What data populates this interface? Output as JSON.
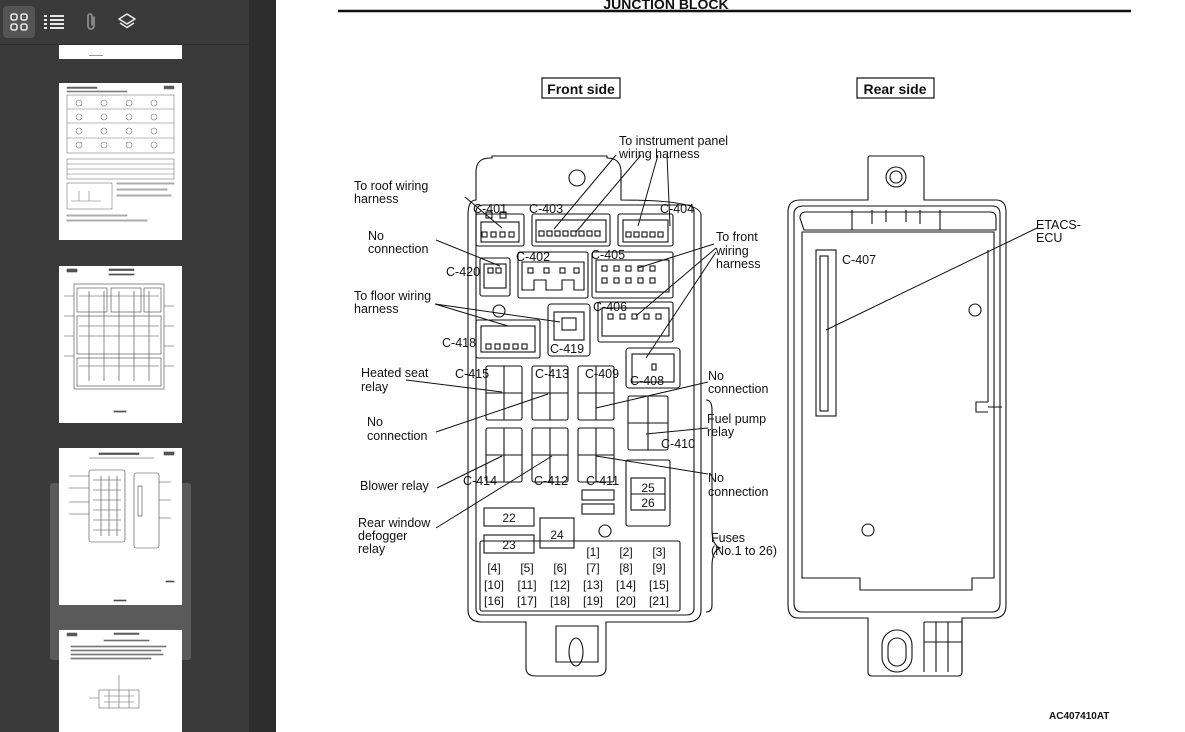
{
  "viewer": {
    "toolbar": [
      {
        "name": "thumbnails-view",
        "icon": "grid-icon",
        "active": true
      },
      {
        "name": "outline-view",
        "icon": "list-icon",
        "active": false
      },
      {
        "name": "attachments-view",
        "icon": "paperclip-icon",
        "active": false
      },
      {
        "name": "layers-view",
        "icon": "layers-icon",
        "active": false
      }
    ],
    "selected_page_index": 3
  },
  "page": {
    "header": "JUNCTION BLOCK",
    "front_title": "Front side",
    "rear_title": "Rear side",
    "figure_code": "AC407410AT",
    "connectors": {
      "c401": "C-401",
      "c402": "C-402",
      "c403": "C-403",
      "c404": "C-404",
      "c405": "C-405",
      "c406": "C-406",
      "c407": "C-407",
      "c408": "C-408",
      "c409": "C-409",
      "c410": "C-410",
      "c411": "C-411",
      "c412": "C-412",
      "c413": "C-413",
      "c414": "C-414",
      "c415": "C-415",
      "c418": "C-418",
      "c419": "C-419",
      "c420": "C-420"
    },
    "callouts": {
      "roof": [
        "To roof wiring",
        "harness"
      ],
      "instrument": [
        "To instrument panel",
        "wiring harness"
      ],
      "no_conn_1": [
        "No",
        "connection"
      ],
      "front_wiring": [
        "To front",
        "wiring",
        "harness"
      ],
      "floor": [
        "To floor wiring",
        "harness"
      ],
      "heated_seat": [
        "Heated seat",
        "relay"
      ],
      "no_conn_2": [
        "No",
        "connection"
      ],
      "no_conn_3": [
        "No",
        "connection"
      ],
      "fuel_pump": [
        "Fuel pump",
        "relay"
      ],
      "blower": [
        "Blower relay"
      ],
      "no_conn_4": [
        "No",
        "connection"
      ],
      "rear_defogger": [
        "Rear window",
        "defogger",
        "relay"
      ],
      "fuses": [
        "Fuses",
        "(No.1 to 26)"
      ],
      "etacs": [
        "ETACS-",
        "ECU"
      ]
    },
    "fuses": {
      "big": [
        "22",
        "23",
        "24",
        "25",
        "26"
      ],
      "row1": [
        "1",
        "2",
        "3"
      ],
      "row2": [
        "4",
        "5",
        "6",
        "7",
        "8",
        "9"
      ],
      "row3": [
        "10",
        "11",
        "12",
        "13",
        "14",
        "15"
      ],
      "row4": [
        "16",
        "17",
        "18",
        "19",
        "20",
        "21"
      ]
    }
  }
}
